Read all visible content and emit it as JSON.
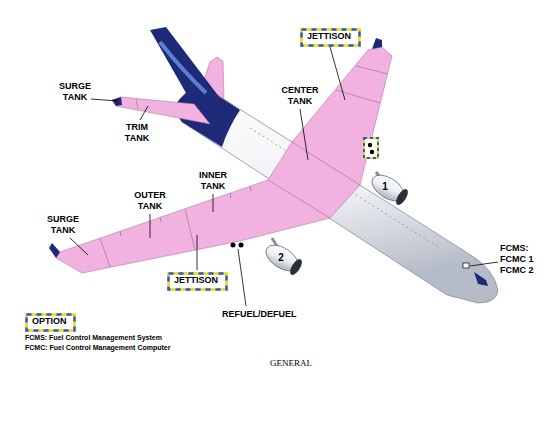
{
  "diagram": {
    "caption": "GENERAL",
    "nodes": [
      {
        "text": [
          "JETTISON"
        ]
      },
      {
        "text": [
          "JETTISON"
        ]
      },
      {
        "text": [
          "OPTION"
        ]
      }
    ],
    "labels": [
      "SURGE TANK",
      "TRIM TANK",
      "CENTER TANK",
      "INNER TANK",
      "OUTER TANK",
      "SURGE TANK",
      "1",
      "2",
      "REFUEL/DEFUEL",
      "FCMS: FCMC 1 FCMC 2",
      "FCMS: Fuel Control Management System",
      "FCMC: Fuel Control Management Computer"
    ]
  }
}
